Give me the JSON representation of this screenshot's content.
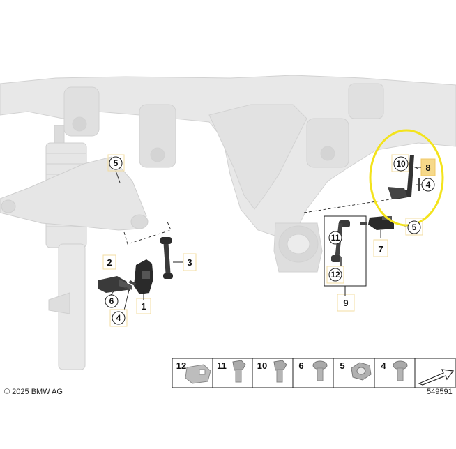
{
  "callouts": {
    "c1": "1",
    "c2": "2",
    "c3": "3",
    "c4a": "4",
    "c4b": "4",
    "c5a": "5",
    "c5b": "5",
    "c6": "6",
    "c7": "7",
    "c8": "8",
    "c9": "9",
    "c10": "10",
    "c11": "11",
    "c12": "12"
  },
  "legend": {
    "items": [
      {
        "label": "12",
        "icon": "clip-nut-icon"
      },
      {
        "label": "11",
        "icon": "hex-bolt-icon"
      },
      {
        "label": "10",
        "icon": "hex-bolt-icon"
      },
      {
        "label": "6",
        "icon": "torx-bolt-icon"
      },
      {
        "label": "5",
        "icon": "hex-nut-icon"
      },
      {
        "label": "4",
        "icon": "torx-bolt-icon"
      }
    ]
  },
  "footer": {
    "copyright": "© 2025 BMW AG",
    "diagram_number": "549591"
  },
  "colors": {
    "highlight": "#f3e31c",
    "label_box": "#f6d98a",
    "part_grey": "#e6e6e6"
  }
}
